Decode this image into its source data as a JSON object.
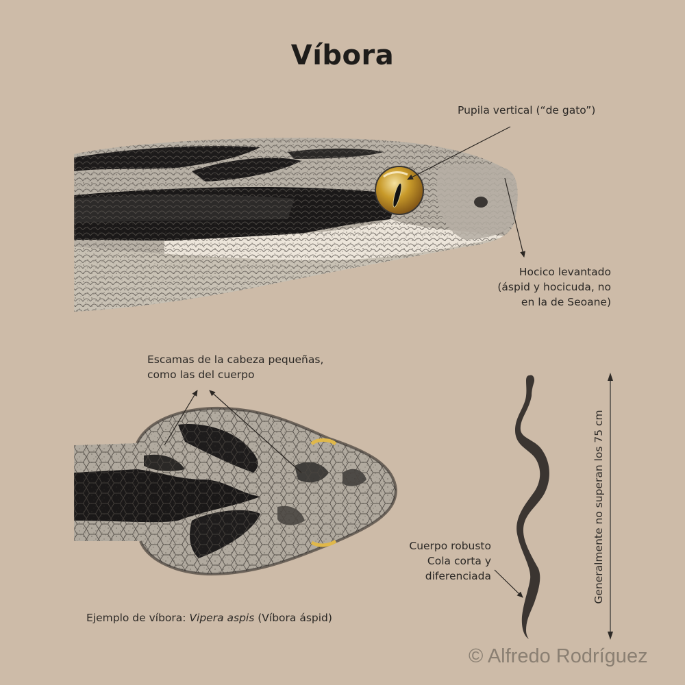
{
  "title": "Víbora",
  "colors": {
    "background": "#cdbba8",
    "text": "#2b2825",
    "title": "#1e1c1a",
    "credit": "#8a7f72",
    "eye_gold": "#c89a2a",
    "silhouette": "#3b3531",
    "scale_light": "#b9b2a8",
    "scale_dark": "#1a1818",
    "belly": "#ece5da"
  },
  "illustrations": {
    "side_head": "side-view-viper-head",
    "top_head": "top-view-viper-head",
    "silhouette": "viper-body-silhouette"
  },
  "callouts": {
    "pupil": "Pupila vertical (“de gato”)",
    "snout": {
      "line1": "Hocico levantado",
      "line2": "(áspid y hocicuda, no",
      "line3": "en la de Seoane)"
    },
    "scales": {
      "line1": "Escamas de la cabeza pequeñas,",
      "line2": "como las del cuerpo"
    },
    "body": {
      "line1": "Cuerpo robusto",
      "line2": "Cola corta y",
      "line3": "diferenciada"
    },
    "size": "Generalmente no superan los 75 cm"
  },
  "caption": {
    "prefix": "Ejemplo de víbora: ",
    "species": "Vipera aspis",
    "suffix": " (Víbora áspid)"
  },
  "credit": "© Alfredo Rodríguez"
}
